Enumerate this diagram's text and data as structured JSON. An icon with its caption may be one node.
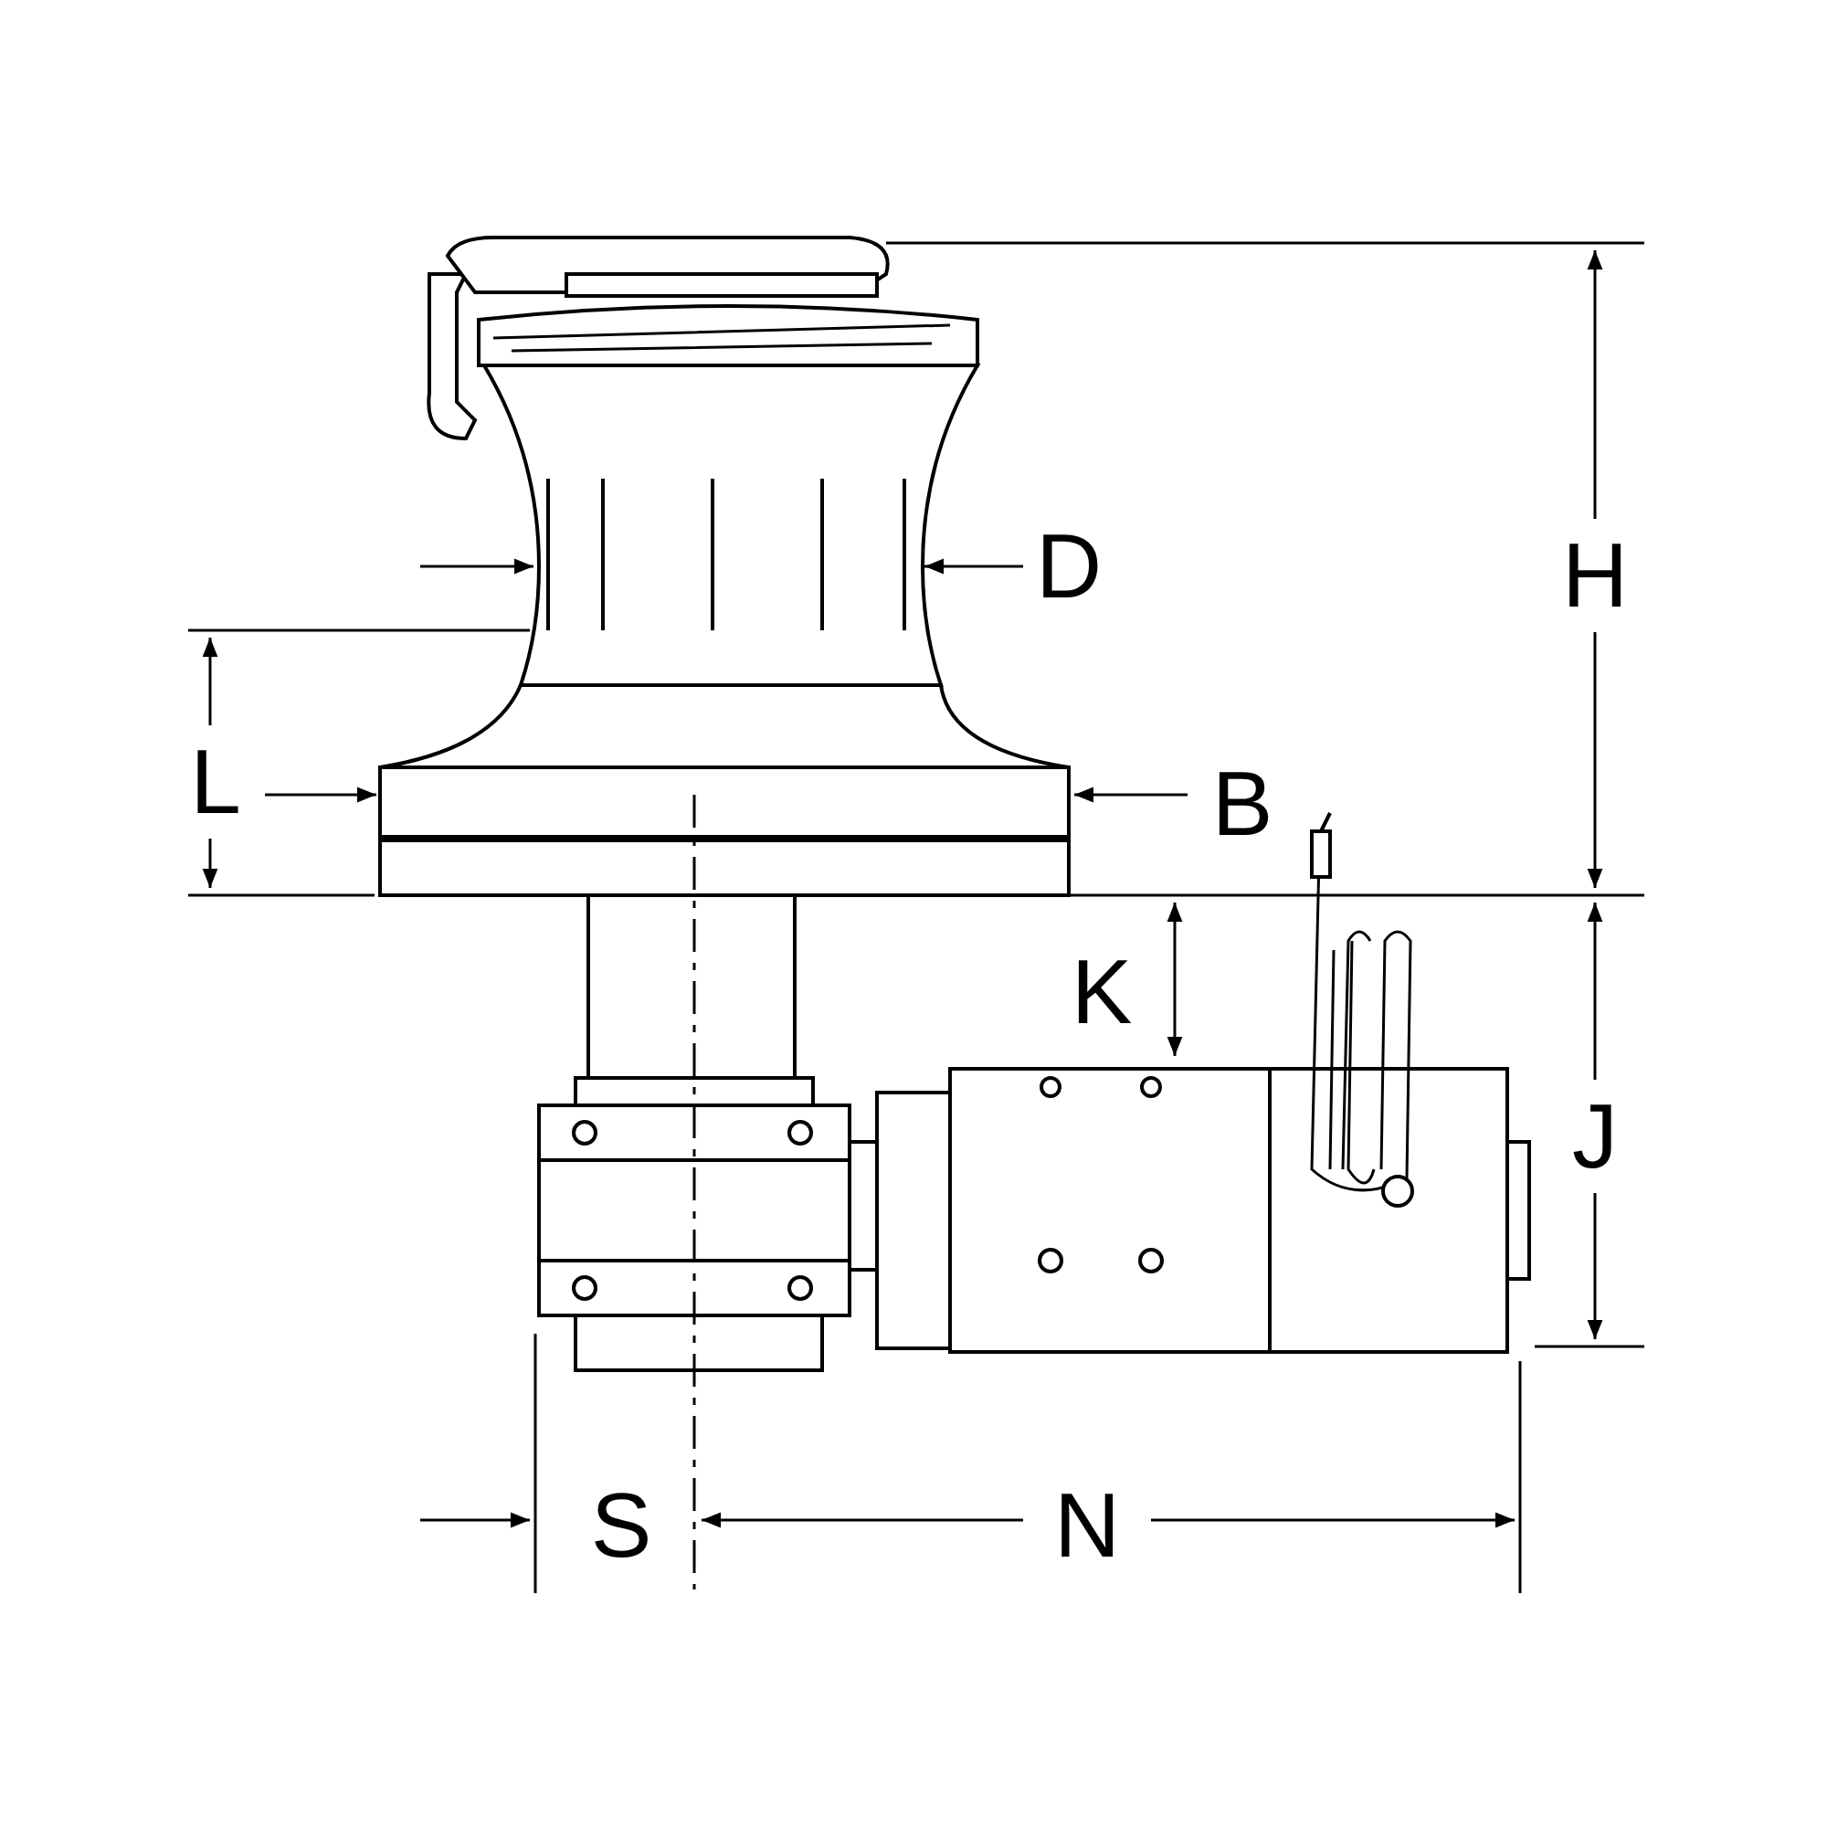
{
  "diagram": {
    "labels": [
      "D",
      "H",
      "L",
      "B",
      "K",
      "J",
      "S",
      "N"
    ]
  }
}
